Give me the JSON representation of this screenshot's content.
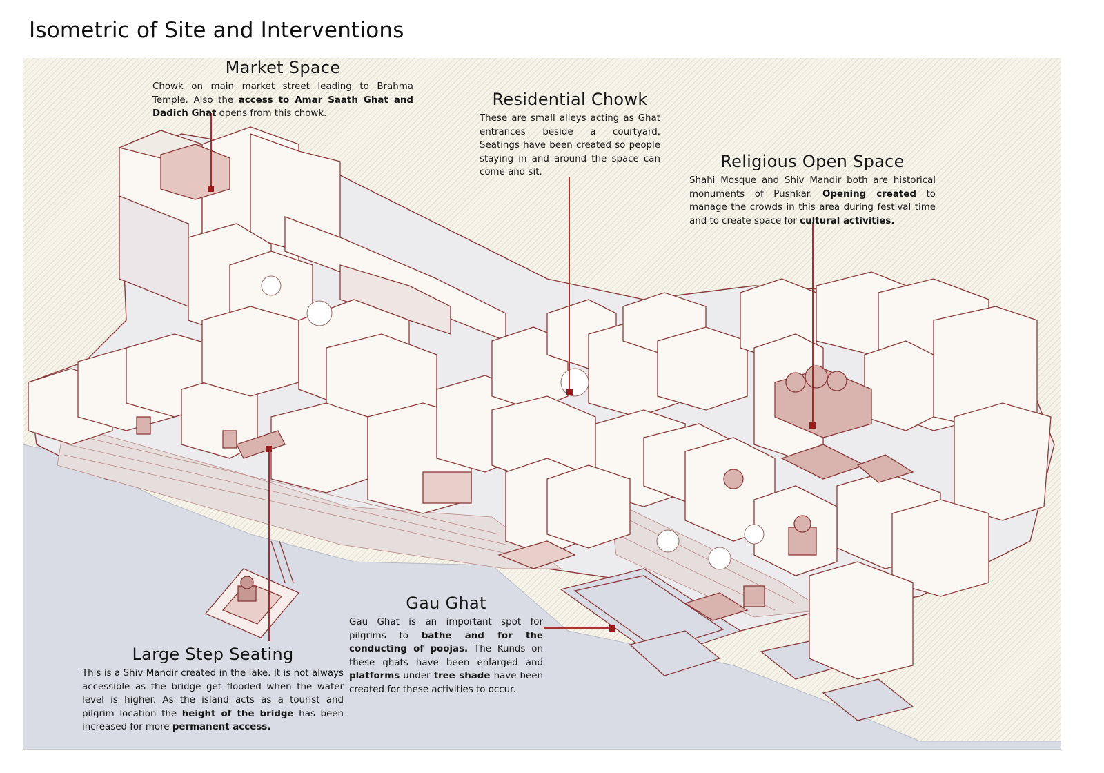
{
  "title": "Isometric of Site and Interventions",
  "colors": {
    "hatch_background": "#f2efe3",
    "lake": "#d9dce4",
    "building_fill": "#fbf8f3",
    "building_stroke": "#8a3a3a",
    "highlight_fill": "#d9b3ad",
    "accent_red": "#9c1c1c"
  },
  "annotations": {
    "market_space": {
      "heading": "Market Space",
      "text_parts": [
        {
          "t": "Chowk on main market street leading to Brahma Temple.  Also the ",
          "b": false
        },
        {
          "t": "access to Amar Saath Ghat and Dadich Ghat",
          "b": true
        },
        {
          "t": " opens from this chowk.",
          "b": false
        }
      ]
    },
    "residential_chowk": {
      "heading": "Residential Chowk",
      "text_parts": [
        {
          "t": "These are small alleys acting as Ghat entrances beside a courtyard. Seatings have been created so people staying in and around the space can come and sit.",
          "b": false
        }
      ]
    },
    "religious_open_space": {
      "heading": "Religious Open Space",
      "text_parts": [
        {
          "t": "Shahi Mosque and Shiv Mandir both are historical monuments of Pushkar.  ",
          "b": false
        },
        {
          "t": "Opening created",
          "b": true
        },
        {
          "t": " to manage the crowds in this area during festival time and to create space for ",
          "b": false
        },
        {
          "t": "cultural activities.",
          "b": true
        }
      ]
    },
    "gau_ghat": {
      "heading": "Gau Ghat",
      "text_parts": [
        {
          "t": "Gau Ghat is an important spot for pilgrims to ",
          "b": false
        },
        {
          "t": "bathe and for the conducting of poojas.",
          "b": true
        },
        {
          "t": " The Kunds on these ghats have been enlarged and ",
          "b": false
        },
        {
          "t": "platforms",
          "b": true
        },
        {
          "t": " under ",
          "b": false
        },
        {
          "t": "tree shade",
          "b": true
        },
        {
          "t": " have been created for these activities to occur.",
          "b": false
        }
      ]
    },
    "large_step_seating": {
      "heading": "Large Step Seating",
      "text_parts": [
        {
          "t": "This is a Shiv Mandir created in the lake.  It is not always accessible as the bridge get flooded when the water level is higher.  As the island acts as a tourist and pilgrim location the ",
          "b": false
        },
        {
          "t": "height of the bridge",
          "b": true
        },
        {
          "t": " has been increased for more ",
          "b": false
        },
        {
          "t": "permanent access.",
          "b": true
        }
      ]
    }
  }
}
